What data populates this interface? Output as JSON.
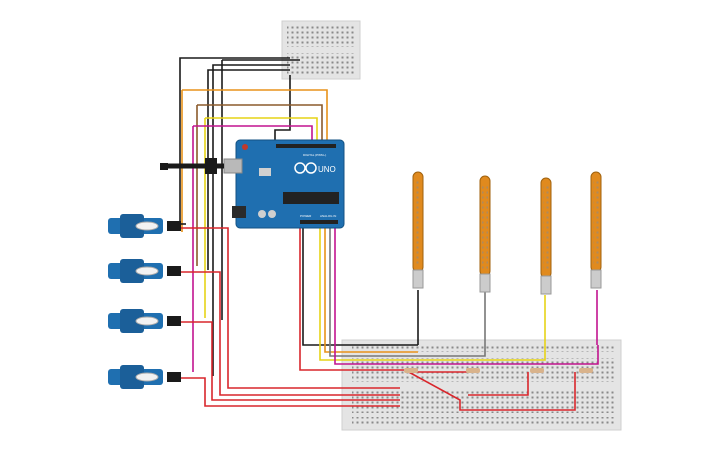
{
  "arduino": {
    "logo_text": "UNO",
    "digital_label": "DIGITAL (PWM~)",
    "power_label": "POWER",
    "analog_label": "ANALOG IN",
    "board_color": "#1f6fb0"
  },
  "components": {
    "servo_count": 4,
    "flex_sensor_count": 4,
    "resistor_count": 4,
    "breadboards": [
      "small-breadboard",
      "large-breadboard"
    ]
  },
  "wire_colors": {
    "black": "#1a1a1a",
    "red": "#d9262c",
    "orange": "#e8921a",
    "yellow": "#e6d317",
    "magenta": "#c2148f",
    "brown": "#8b5a2b",
    "gray": "#777777"
  }
}
